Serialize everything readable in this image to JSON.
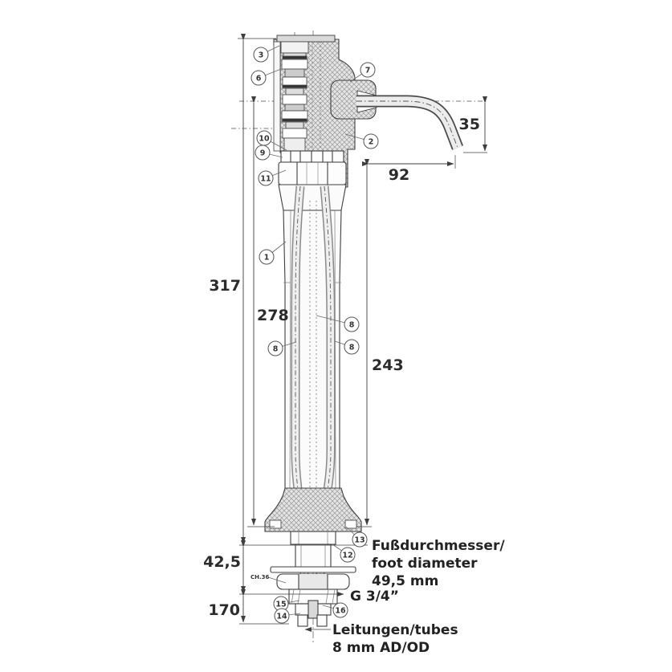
{
  "dimensions": {
    "d35": "35",
    "d92": "92",
    "d317": "317",
    "d278": "278",
    "d243": "243",
    "d42_5": "42,5",
    "d170": "170"
  },
  "callouts": {
    "c1": "1",
    "c2": "2",
    "c3": "3",
    "c6": "6",
    "c7": "7",
    "c8": "8",
    "c9": "9",
    "c10": "10",
    "c11": "11",
    "c12": "12",
    "c13": "13",
    "c14": "14",
    "c15": "15",
    "c16": "16"
  },
  "annotations": {
    "foot_line1": "Fußdurchmesser/",
    "foot_line2": "foot diameter",
    "foot_line3": "49,5 mm",
    "thread": "G 3/4”",
    "tubes_line1": "Leitungen/tubes",
    "tubes_line2": "8 mm AD/OD",
    "wrench_size": "CH.36"
  },
  "colors": {
    "line": "#3f3f3f",
    "hatch": "#999999",
    "hatch_bg": "#e4e4e4",
    "text": "#2b2b2b"
  }
}
